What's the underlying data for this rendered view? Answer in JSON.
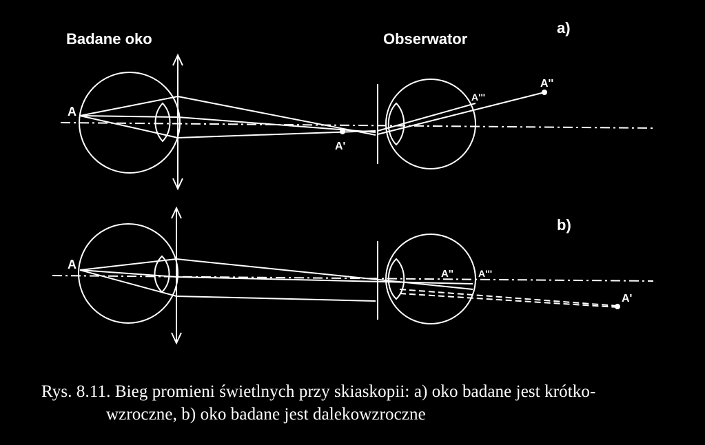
{
  "labels": {
    "examined_eye": "Badane oko",
    "observer": "Obserwator",
    "panel_a": "a)",
    "panel_b": "b)"
  },
  "points_a": {
    "A": "A",
    "A1": "A'",
    "A3": "A'''",
    "A2": "A''"
  },
  "points_b": {
    "A": "A",
    "A2": "A''",
    "A3": "A'''",
    "A1": "A'"
  },
  "caption": {
    "line1": "Rys. 8.11.  Bieg promieni świetlnych przy skiaskopii: a) oko badane jest krótko-",
    "line2": "wzroczne, b) oko badane jest dalekowzroczne"
  },
  "colors": {
    "background": "#000000",
    "stroke": "#ffffff"
  }
}
